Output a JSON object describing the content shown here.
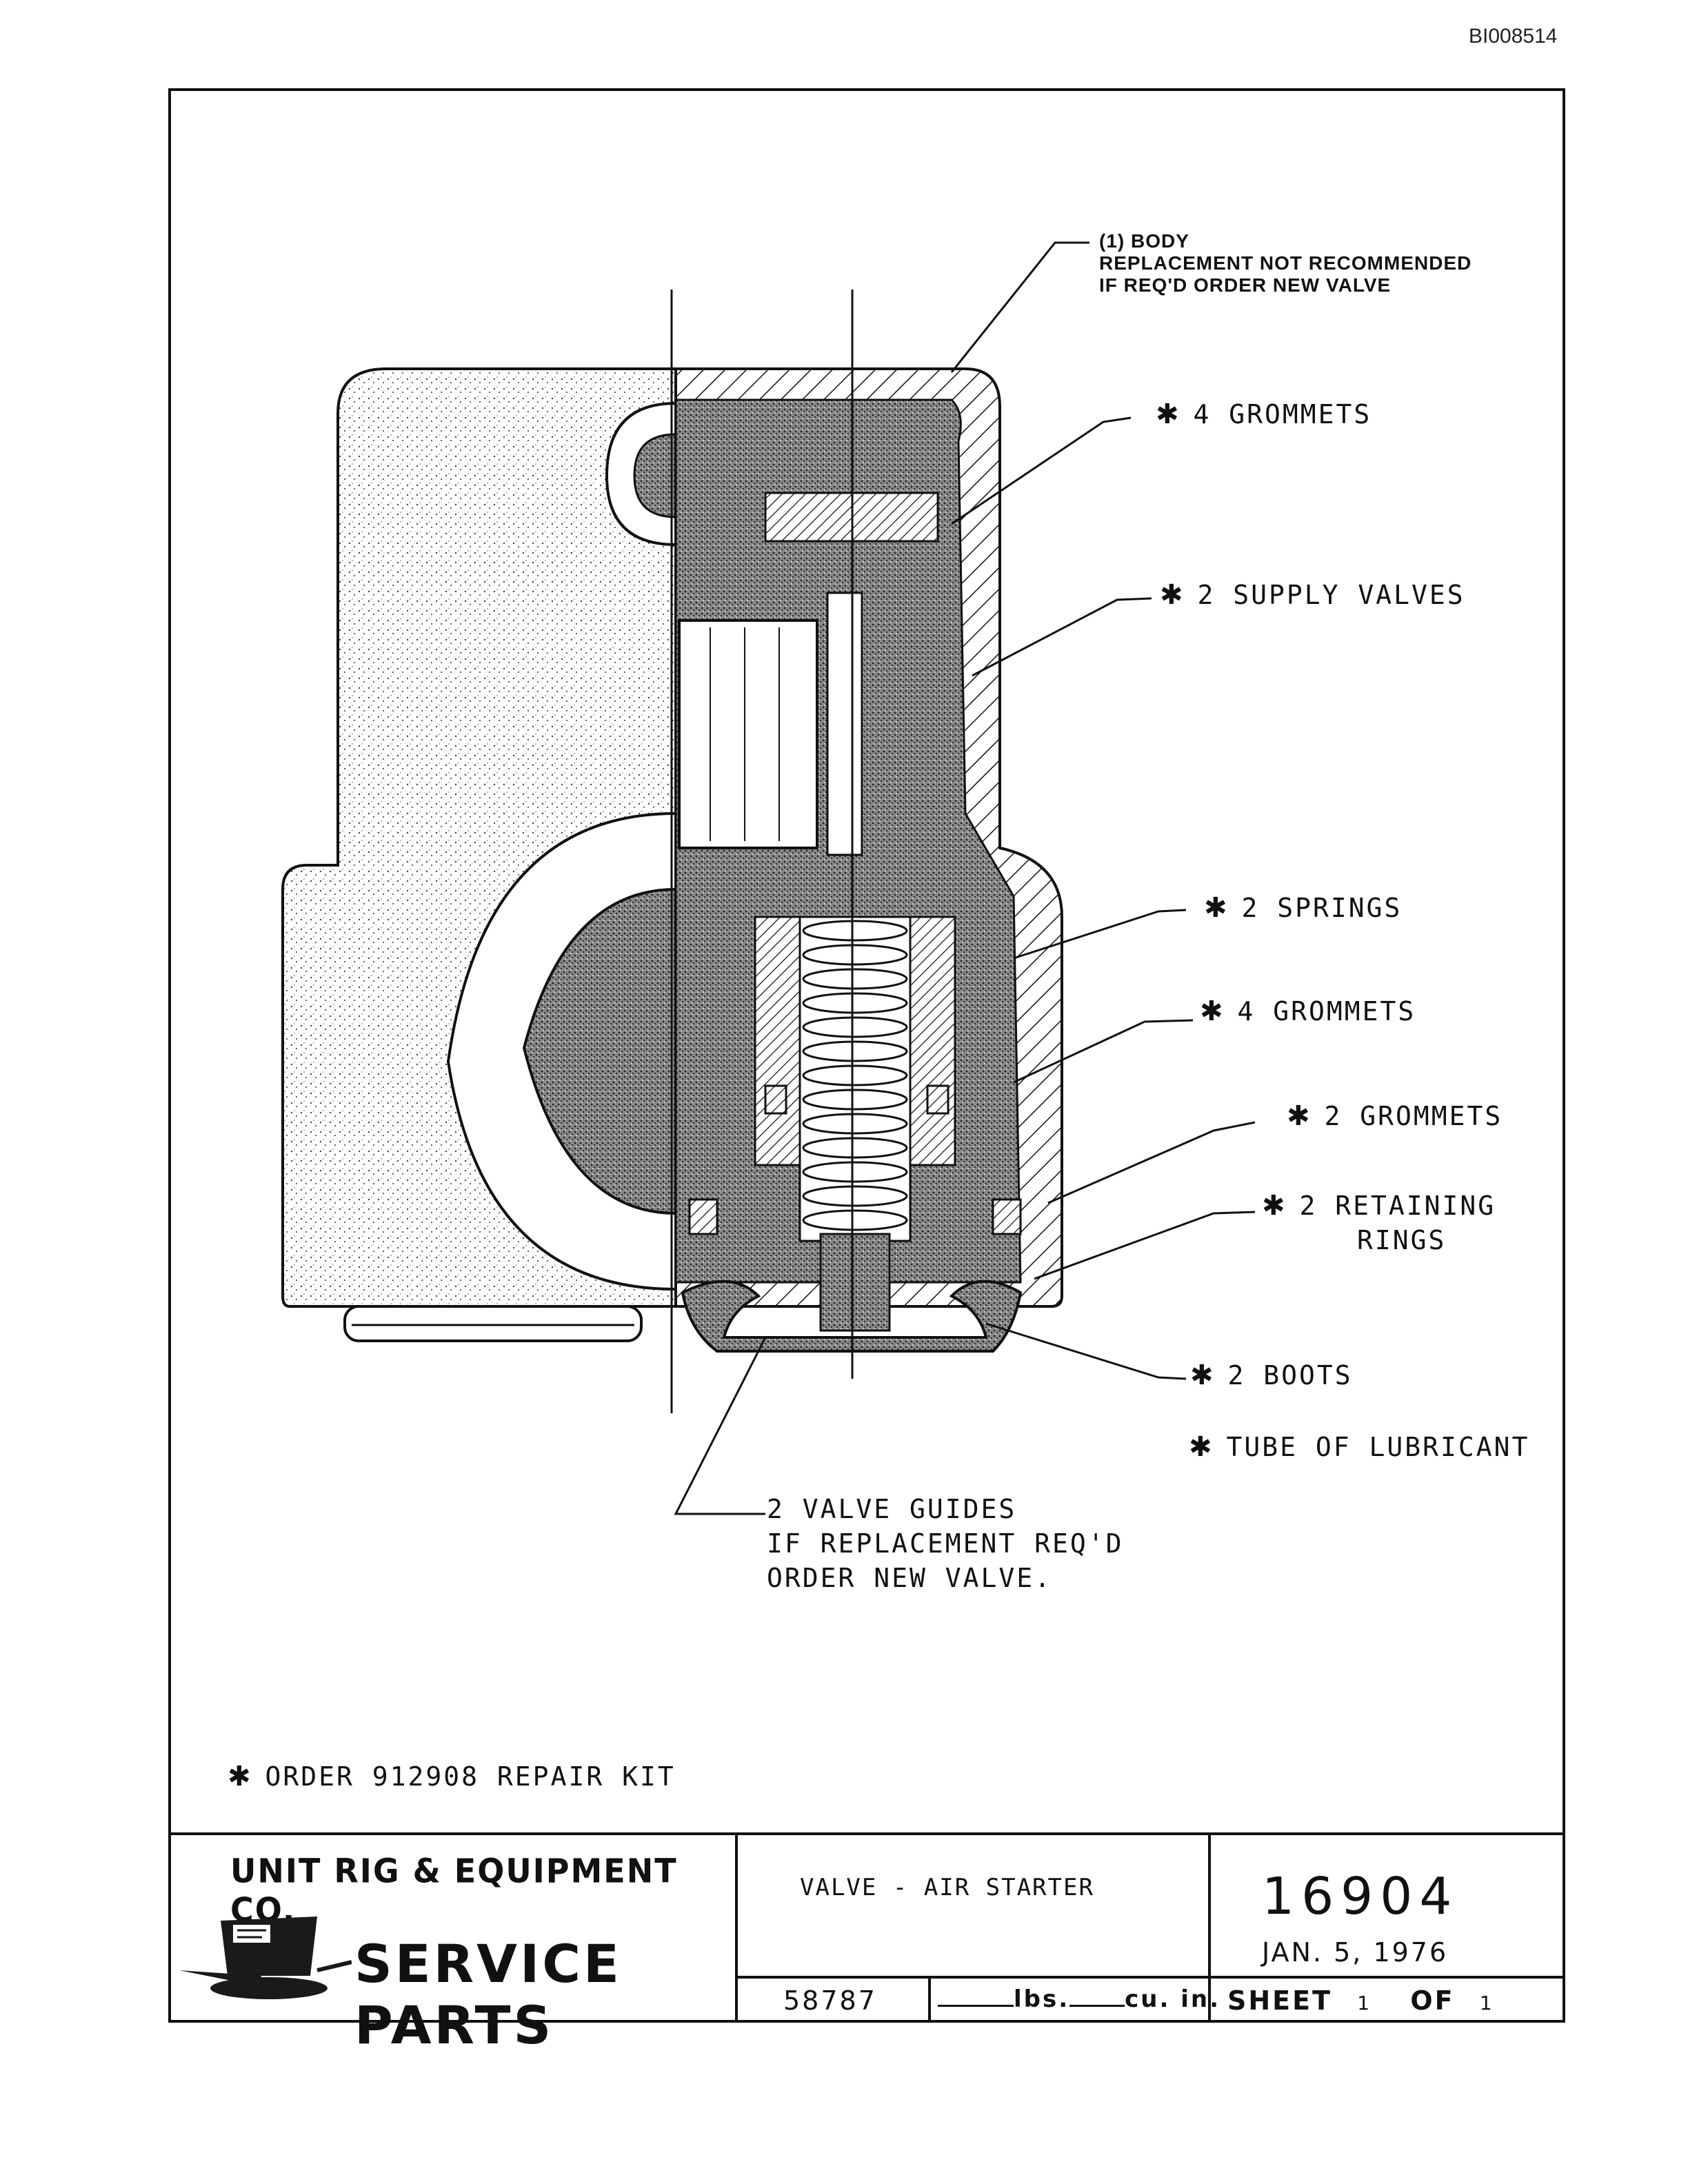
{
  "document_id": "BI008514",
  "callouts": {
    "body": [
      "(1) BODY",
      "REPLACEMENT NOT RECOMMENDED",
      "IF REQ'D ORDER NEW VALVE"
    ],
    "grommets_top": "4  GROMMETS",
    "supply_valves": "2  SUPPLY VALVES",
    "springs": "2  SPRINGS",
    "grommets_mid": "4  GROMMETS",
    "grommets_low": "2  GROMMETS",
    "retaining_rings": [
      "2 RETAINING",
      "RINGS"
    ],
    "boots": "2 BOOTS",
    "lubricant": "TUBE  OF  LUBRICANT",
    "valve_guides": [
      "2 VALVE GUIDES",
      "IF  REPLACEMENT  REQ'D",
      "ORDER  NEW  VALVE."
    ]
  },
  "star_symbol": "✱",
  "order_note": "ORDER  912908  REPAIR  KIT",
  "title_block": {
    "company": "UNIT RIG & EQUIPMENT CO.",
    "service": "SERVICE  PARTS",
    "description": "VALVE  -  AIR STARTER",
    "drawing_number": "16904",
    "date": "JAN. 5, 1976",
    "part_ref": "58787",
    "lbs_label": "lbs.",
    "cuin_label": "cu. in.",
    "sheet_label": "SHEET",
    "sheet_num": "1",
    "of_label": "OF",
    "sheet_total": "1"
  }
}
